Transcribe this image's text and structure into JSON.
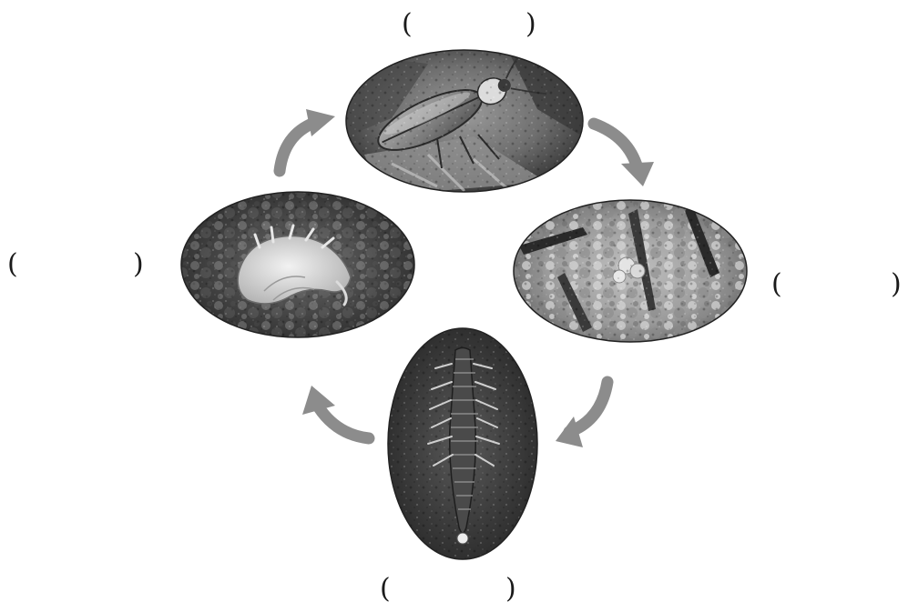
{
  "diagram": {
    "type": "life-cycle",
    "stages": [
      {
        "id": "adult",
        "image": "adult-beetle-photo",
        "label": ""
      },
      {
        "id": "egg",
        "image": "eggs-in-soil-photo",
        "label": ""
      },
      {
        "id": "larva",
        "image": "larva-photo",
        "label": ""
      },
      {
        "id": "pupa",
        "image": "pupa-photo",
        "label": ""
      }
    ],
    "blanks": {
      "open": "(",
      "close": ")"
    },
    "arrow_color": "#8c8c8c"
  }
}
